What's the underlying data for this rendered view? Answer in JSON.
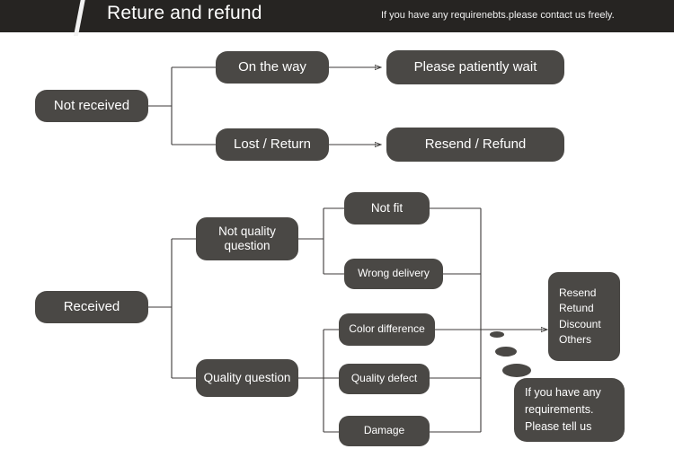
{
  "header": {
    "title": "Reture and refund",
    "subtitle": "If you have any requirenebts.please contact us freely.",
    "bar_color": "#262422",
    "slash_color": "#f2f2f2"
  },
  "theme": {
    "node_fill": "#4a4845",
    "node_text": "#ffffff",
    "line_color": "#3c3a38",
    "page_background": "#ffffff"
  },
  "flow_not_received": {
    "root": "Not received",
    "branches": [
      {
        "condition": "On the way",
        "outcome": "Please patiently wait"
      },
      {
        "condition": "Lost / Return",
        "outcome": "Resend / Refund"
      }
    ]
  },
  "flow_received": {
    "root": "Received",
    "categories": [
      {
        "label": "Not quality\nquestion",
        "reasons": [
          "Not fit",
          "Wrong delivery"
        ]
      },
      {
        "label": "Quality question",
        "reasons": [
          "Color difference",
          "Quality defect",
          "Damage"
        ]
      }
    ],
    "outcome": "Resend\nRetund\nDiscount\nOthers",
    "note": "If you have any\nrequirements.\nPlease tell us"
  }
}
